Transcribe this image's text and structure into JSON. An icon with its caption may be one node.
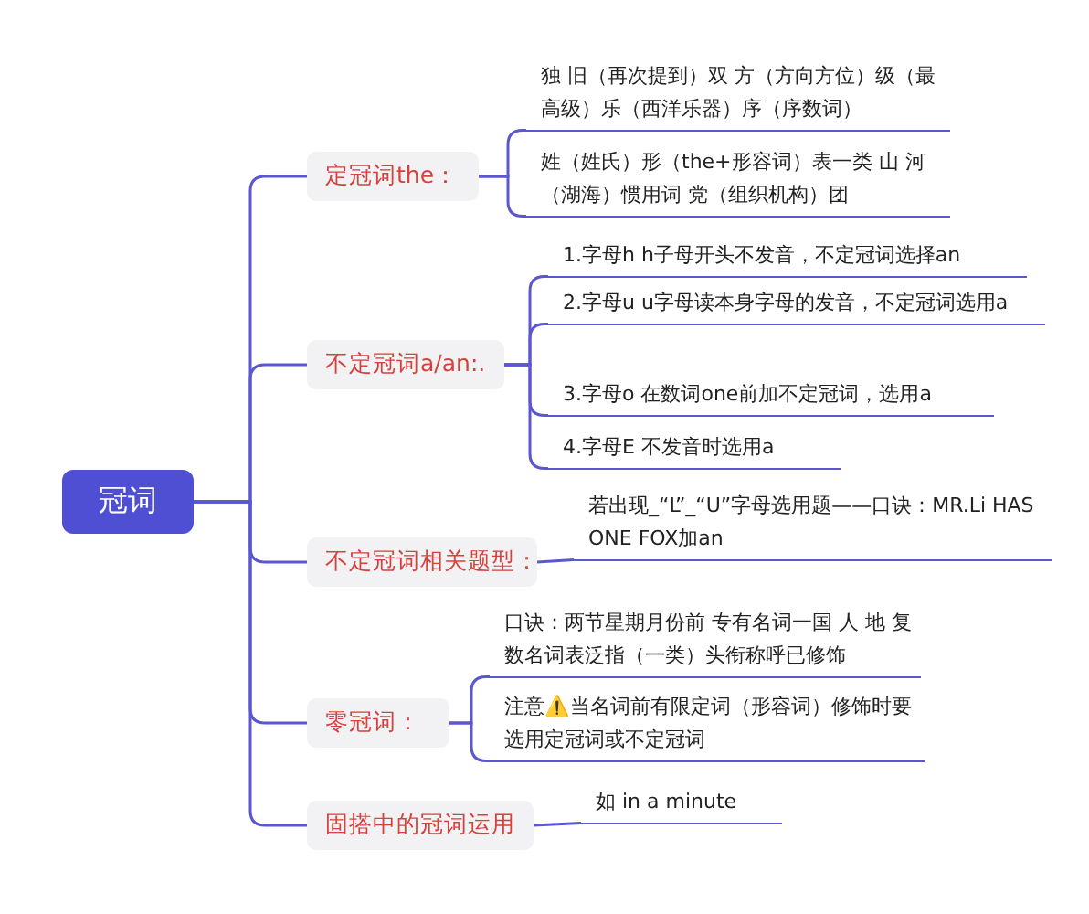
{
  "diagram": {
    "nodes": [
      {
        "text": [
          "冠词"
        ]
      },
      {
        "text": [
          "定冠词the："
        ]
      },
      {
        "text": [
          "不定冠词a/an:."
        ]
      },
      {
        "text": [
          "不定冠词相关题型："
        ]
      },
      {
        "text": [
          "零冠词："
        ]
      },
      {
        "text": [
          "固搭中的冠词运用"
        ]
      },
      {
        "text": [
          "独 旧（再次提到）双 方（方向方位）级（最高级）乐（西洋乐器）序（序数词）"
        ]
      },
      {
        "text": [
          "姓（姓氏）形（the+形容词）表一类 山 河（湖海）惯用词 党（组织机构）团"
        ]
      },
      {
        "text": [
          "1.字母h h子母开头不发音，不定冠词选择an"
        ]
      },
      {
        "text": [
          "2.字母u u字母读本身字母的发音，不定冠词选用a"
        ]
      },
      {
        "text": [
          "3.字母o 在数词one前加不定冠词，选用a"
        ]
      },
      {
        "text": [
          "4.字母E 不发音时选用a"
        ]
      },
      {
        "text": [
          "若出现_“L”_“U”字母选用题——口诀：MR.Li HAS ONE FOX加an"
        ]
      },
      {
        "text": [
          "口诀：两节星期月份前 专有名词一国 人 地 复数名词表泛指（一类）头衔称呼已修饰"
        ]
      },
      {
        "text": [
          "注意⚠️当名词前有限定词（形容词）修饰时要选用定冠词或不定冠词"
        ]
      },
      {
        "text": [
          "如 in a  minute"
        ]
      }
    ],
    "edges": [
      {
        "from": 0,
        "to": 1,
        "arrow": "none"
      },
      {
        "from": 0,
        "to": 2,
        "arrow": "none"
      },
      {
        "from": 0,
        "to": 3,
        "arrow": "none"
      },
      {
        "from": 0,
        "to": 4,
        "arrow": "none"
      },
      {
        "from": 0,
        "to": 5,
        "arrow": "none"
      },
      {
        "from": 1,
        "to": 6,
        "arrow": "none"
      },
      {
        "from": 1,
        "to": 7,
        "arrow": "none"
      },
      {
        "from": 2,
        "to": 8,
        "arrow": "none"
      },
      {
        "from": 2,
        "to": 9,
        "arrow": "none"
      },
      {
        "from": 2,
        "to": 10,
        "arrow": "none"
      },
      {
        "from": 2,
        "to": 11,
        "arrow": "none"
      },
      {
        "from": 3,
        "to": 12,
        "arrow": "none"
      },
      {
        "from": 4,
        "to": 13,
        "arrow": "none"
      },
      {
        "from": 4,
        "to": 14,
        "arrow": "none"
      },
      {
        "from": 5,
        "to": 15,
        "arrow": "none"
      }
    ]
  }
}
